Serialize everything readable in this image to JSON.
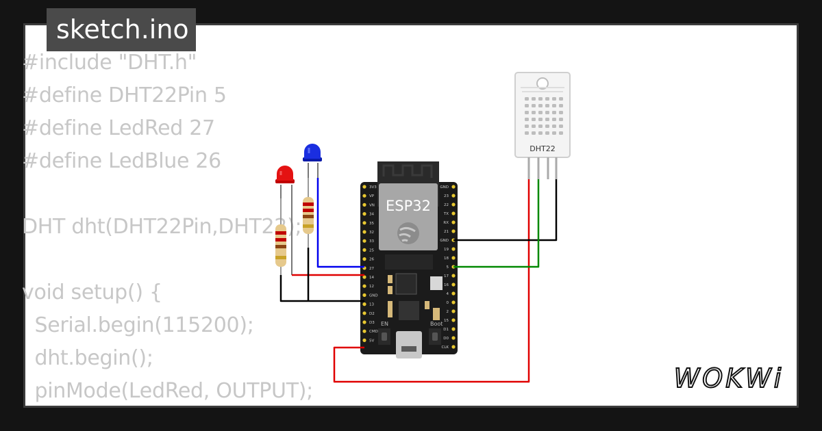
{
  "file_tab": {
    "label": "sketch.ino"
  },
  "code_lines": [
    "#include \"DHT.h\"",
    "#define DHT22Pin 5",
    "#define LedRed 27",
    "#define LedBlue 26",
    "",
    "DHT dht(DHT22Pin,DHT22);",
    "",
    "void setup() {",
    "  Serial.begin(115200);",
    "  dht.begin();",
    "  pinMode(LedRed, OUTPUT);"
  ],
  "circuit": {
    "board_label": "ESP32",
    "sensor_label": "DHT22",
    "en_label": "EN",
    "boot_label": "Boot",
    "left_pins": [
      "3V3",
      "VP",
      "VN",
      "34",
      "35",
      "32",
      "33",
      "25",
      "26",
      "27",
      "14",
      "12",
      "GND",
      "13",
      "D2",
      "D3",
      "CMD",
      "5V"
    ],
    "right_pins": [
      "GND",
      "23",
      "22",
      "TX",
      "RX",
      "21",
      "GND",
      "19",
      "18",
      "5",
      "17",
      "16",
      "4",
      "0",
      "2",
      "15",
      "D1",
      "D0",
      "CLK"
    ],
    "led_colors": {
      "red": "#e01010",
      "blue": "#1a2ee0"
    },
    "wire_colors": {
      "red": "#e00000",
      "black": "#000000",
      "blue": "#0000ee",
      "green": "#008800"
    }
  },
  "brand": {
    "logo_text": "WOKWi"
  }
}
